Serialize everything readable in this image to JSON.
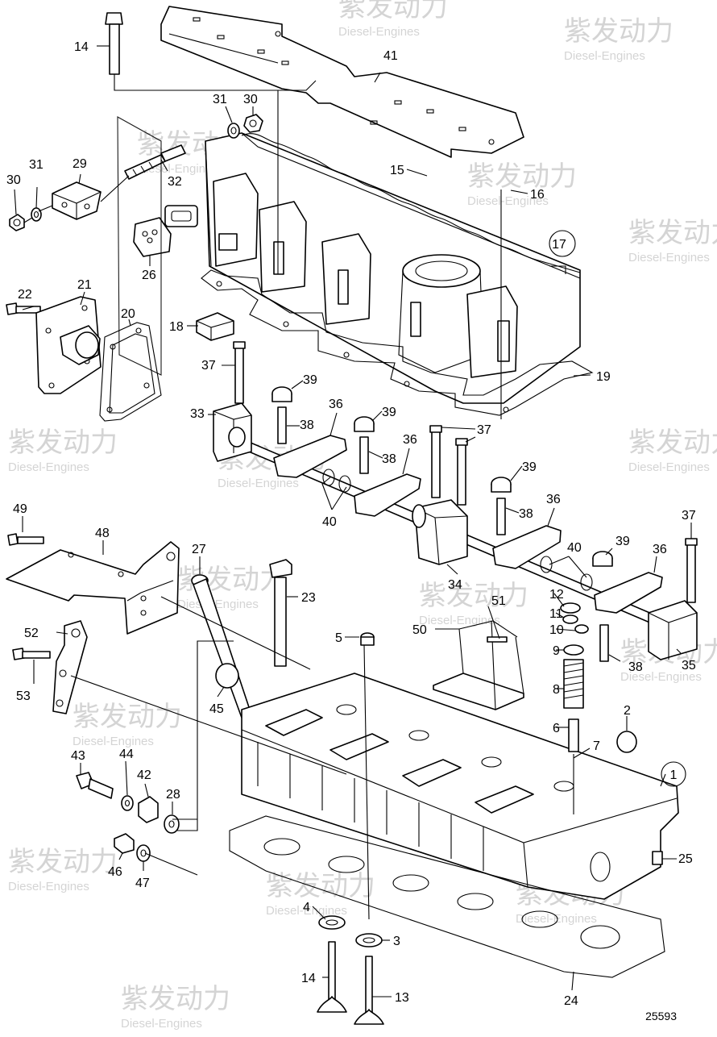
{
  "watermark": {
    "brand": "紫发动力",
    "sub": "Diesel-Engines",
    "color": "#d4d4d4"
  },
  "reference": "25593",
  "labels": {
    "l1": "1",
    "l2": "2",
    "l3": "3",
    "l4": "4",
    "l5": "5",
    "l6": "6",
    "l7": "7",
    "l8": "8",
    "l9": "9",
    "l10": "10",
    "l11": "11",
    "l12": "12",
    "l13": "13",
    "l14a": "14",
    "l14b": "14",
    "l15": "15",
    "l16": "16",
    "l17": "17",
    "l18": "18",
    "l19": "19",
    "l20": "20",
    "l21": "21",
    "l22": "22",
    "l23": "23",
    "l24": "24",
    "l25": "25",
    "l26": "26",
    "l27": "27",
    "l28": "28",
    "l29": "29",
    "l30a": "30",
    "l30b": "30",
    "l31a": "31",
    "l31b": "31",
    "l32": "32",
    "l33": "33",
    "l34": "34",
    "l35": "35",
    "l36a": "36",
    "l36b": "36",
    "l36c": "36",
    "l36d": "36",
    "l37a": "37",
    "l37b": "37",
    "l37c": "37",
    "l38a": "38",
    "l38b": "38",
    "l38c": "38",
    "l38d": "38",
    "l39a": "39",
    "l39b": "39",
    "l39c": "39",
    "l39d": "39",
    "l40a": "40",
    "l40b": "40",
    "l41": "41",
    "l42": "42",
    "l43": "43",
    "l44": "44",
    "l45": "45",
    "l46": "46",
    "l47": "47",
    "l48": "48",
    "l49": "49",
    "l50": "50",
    "l51": "51",
    "l52": "52",
    "l53": "53"
  }
}
